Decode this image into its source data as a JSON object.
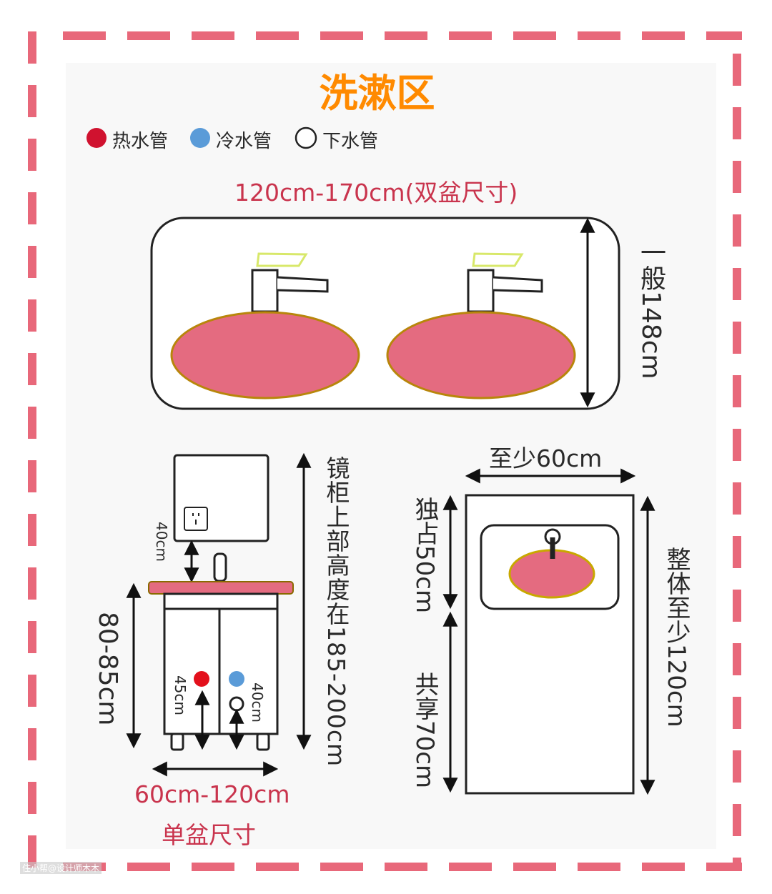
{
  "title": "洗漱区",
  "legend": [
    {
      "label": "热水管",
      "color": "#d0122f",
      "icon": "filled-circle"
    },
    {
      "label": "冷水管",
      "color": "#5a9bd8",
      "icon": "filled-circle"
    },
    {
      "label": "下水管",
      "color": "#ffffff",
      "icon": "hollow-circle"
    }
  ],
  "double_basin": {
    "width_label": "120cm-170cm(双盆尺寸)",
    "height_label": "一般148cm"
  },
  "single_basin": {
    "mirror_gap_label": "40cm",
    "mirror_height_label": "镜柜上部高度在185-200cm",
    "counter_height_label": "80-85cm",
    "hot_pipe_label": "45cm",
    "drain_label": "40cm",
    "width_label": "60cm-120cm",
    "width_caption": "单盆尺寸"
  },
  "space": {
    "width_label": "至少60cm",
    "exclusive_label": "独占50cm",
    "shared_label": "共享70cm",
    "total_label": "整体至少120cm"
  },
  "watermark": "住小帮@设计师木木",
  "colors": {
    "border": "#e8687a",
    "basin": "#e46b80",
    "accent_text": "#c9344d",
    "title": "#ff8a00"
  }
}
